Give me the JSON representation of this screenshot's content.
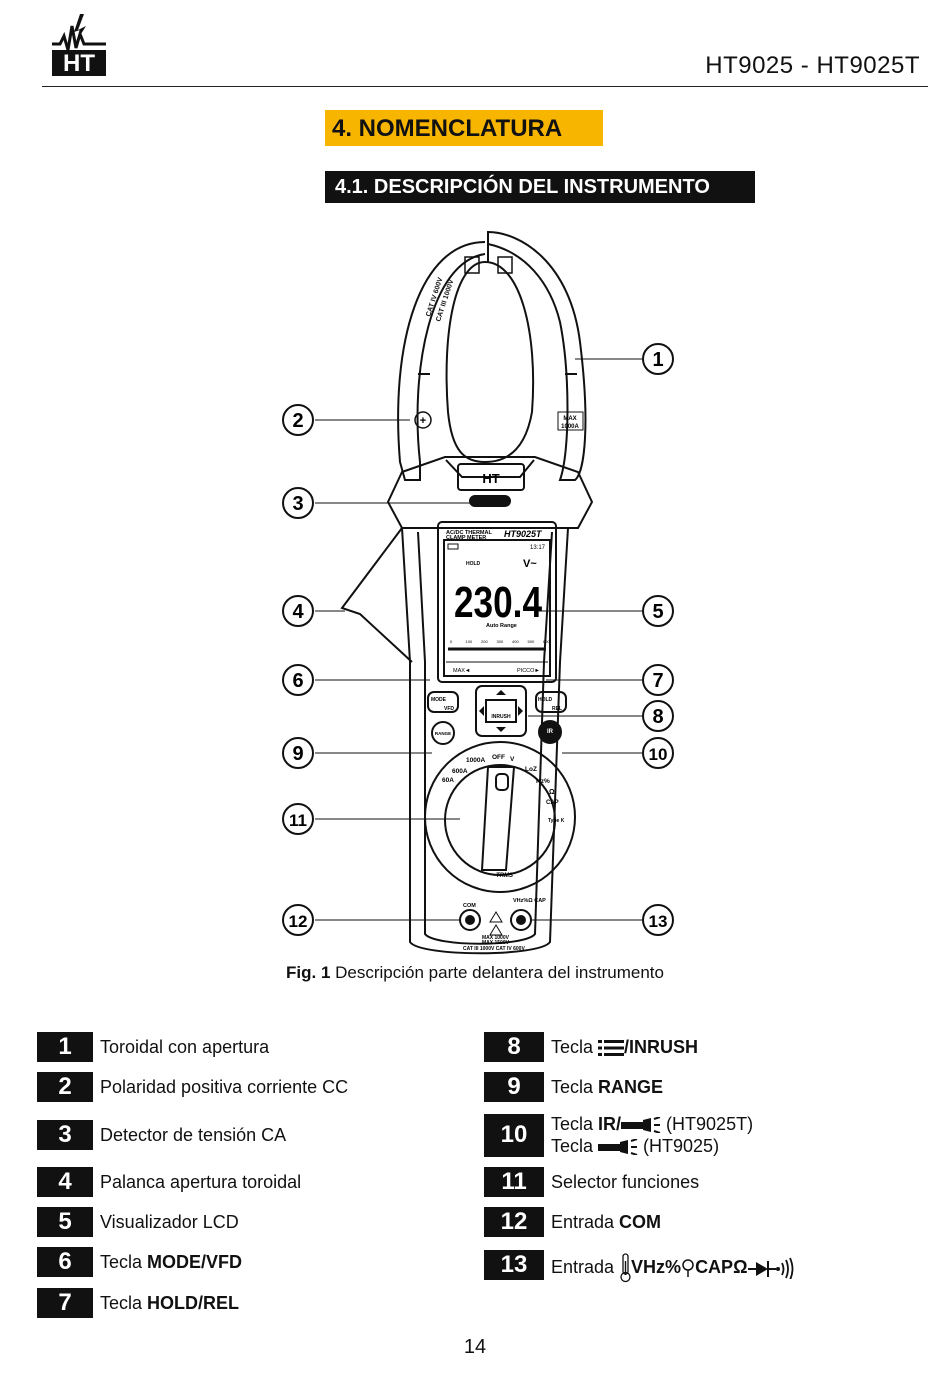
{
  "header": {
    "logo_text": "HT",
    "model": "HT9025 - HT9025T"
  },
  "section_title": "4. NOMENCLATURA",
  "subsection_title": "4.1. DESCRIPCIÓN DEL INSTRUMENTO",
  "figure": {
    "labels": [
      "1",
      "2",
      "3",
      "4",
      "5",
      "6",
      "7",
      "8",
      "9",
      "10",
      "11",
      "12",
      "13"
    ],
    "meter_brand": "HT9025T",
    "meter_subtitle_1": "AC/DC THERMAL",
    "meter_subtitle_2": "CLAMP METER",
    "jaw_logo": "HT",
    "cat_rating_1": "CAT IV 600V",
    "cat_rating_2": "CAT III 1000V",
    "max_rating_1": "MAX",
    "max_rating_2": "1000A",
    "lcd": {
      "hold": "HOLD",
      "time": "13:17",
      "unit": "V~",
      "reading": "230.4",
      "range": "Auto Range",
      "scale": [
        "0",
        "100",
        "200",
        "300",
        "400",
        "500",
        "600"
      ],
      "max": "MAX◄",
      "peak": "PICCO►"
    },
    "buttons": {
      "mode_1": "MODE",
      "mode_2": "VFD",
      "hold_1": "HOLD",
      "hold_2": "REL",
      "range": "RANGE",
      "ir": "IR",
      "inrush": "INRUSH"
    },
    "dial": {
      "off": "OFF",
      "a1000": "1000A",
      "a600": "600A",
      "a60": "60A",
      "v": "V",
      "loz": "LoZ",
      "hz": "Hz%",
      "ohm": "Ω",
      "cap": "CAP",
      "typek": "Type K"
    },
    "trms": "TRMS",
    "com": "COM",
    "input_label": "VHz%Ω CAP",
    "max_v1": "MAX 1000V",
    "max_v2": "MAX 1500V",
    "cat_bottom": "CAT III 1000V CAT IV 600V"
  },
  "caption": {
    "bold": "Fig. 1",
    "text": " Descripción parte delantera del instrumento"
  },
  "legend_left": [
    {
      "num": "1",
      "text": "Toroidal con apertura",
      "bold": ""
    },
    {
      "num": "2",
      "text": "Polaridad positiva corriente CC",
      "bold": ""
    },
    {
      "num": "3",
      "text": "Detector de tensión CA",
      "bold": ""
    },
    {
      "num": "4",
      "text": "Palanca apertura toroidal",
      "bold": ""
    },
    {
      "num": "5",
      "text": "Visualizador LCD",
      "bold": ""
    },
    {
      "num": "6",
      "text": "Tecla ",
      "bold": "MODE/VFD"
    },
    {
      "num": "7",
      "text": "Tecla ",
      "bold": "HOLD/REL"
    }
  ],
  "legend_right": {
    "r8": {
      "num": "8",
      "text": "Tecla ",
      "bold": "/INRUSH"
    },
    "r9": {
      "num": "9",
      "text": "Tecla ",
      "bold": "RANGE"
    },
    "r10": {
      "num": "10",
      "line1_text": "Tecla ",
      "line1_bold": "IR/",
      "line1_suffix": " (HT9025T)",
      "line2_text": "Tecla ",
      "line2_suffix": " (HT9025)"
    },
    "r11": {
      "num": "11",
      "text": "Selector funciones"
    },
    "r12": {
      "num": "12",
      "text": "Entrada ",
      "bold": "COM"
    },
    "r13": {
      "num": "13",
      "text": "Entrada ",
      "bold_1": "VHz%",
      "bold_2": "CAPΩ"
    }
  },
  "page_number": "14"
}
